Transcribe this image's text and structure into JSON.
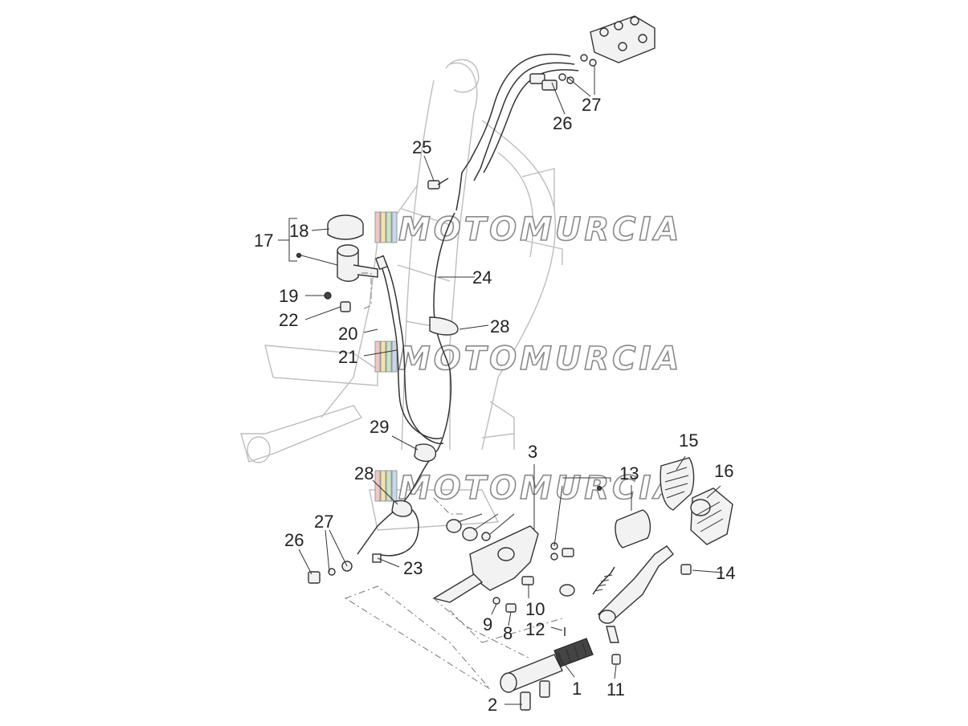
{
  "watermark": {
    "text": "MOTOMURCIA",
    "stripe_colors": [
      "#f2c6c6",
      "#f3e3a8",
      "#c9e6c3",
      "#c8d7ef"
    ]
  },
  "callouts": [
    {
      "id": "c1",
      "label": "1"
    },
    {
      "id": "c2",
      "label": "2"
    },
    {
      "id": "c3",
      "label": "3"
    },
    {
      "id": "c8",
      "label": "8"
    },
    {
      "id": "c9",
      "label": "9"
    },
    {
      "id": "c10",
      "label": "10"
    },
    {
      "id": "c11",
      "label": "11"
    },
    {
      "id": "c12",
      "label": "12"
    },
    {
      "id": "c13",
      "label": "13"
    },
    {
      "id": "c14",
      "label": "14"
    },
    {
      "id": "c15",
      "label": "15"
    },
    {
      "id": "c16",
      "label": "16"
    },
    {
      "id": "c17",
      "label": "17"
    },
    {
      "id": "c18",
      "label": "18"
    },
    {
      "id": "c19",
      "label": "19"
    },
    {
      "id": "c20",
      "label": "20"
    },
    {
      "id": "c21",
      "label": "21"
    },
    {
      "id": "c22",
      "label": "22"
    },
    {
      "id": "c23",
      "label": "23"
    },
    {
      "id": "c24",
      "label": "24"
    },
    {
      "id": "c25",
      "label": "25"
    },
    {
      "id": "c26a",
      "label": "26"
    },
    {
      "id": "c26b",
      "label": "26"
    },
    {
      "id": "c27a",
      "label": "27"
    },
    {
      "id": "c27b",
      "label": "27"
    },
    {
      "id": "c28a",
      "label": "28"
    },
    {
      "id": "c28b",
      "label": "28"
    },
    {
      "id": "c29",
      "label": "29"
    }
  ]
}
